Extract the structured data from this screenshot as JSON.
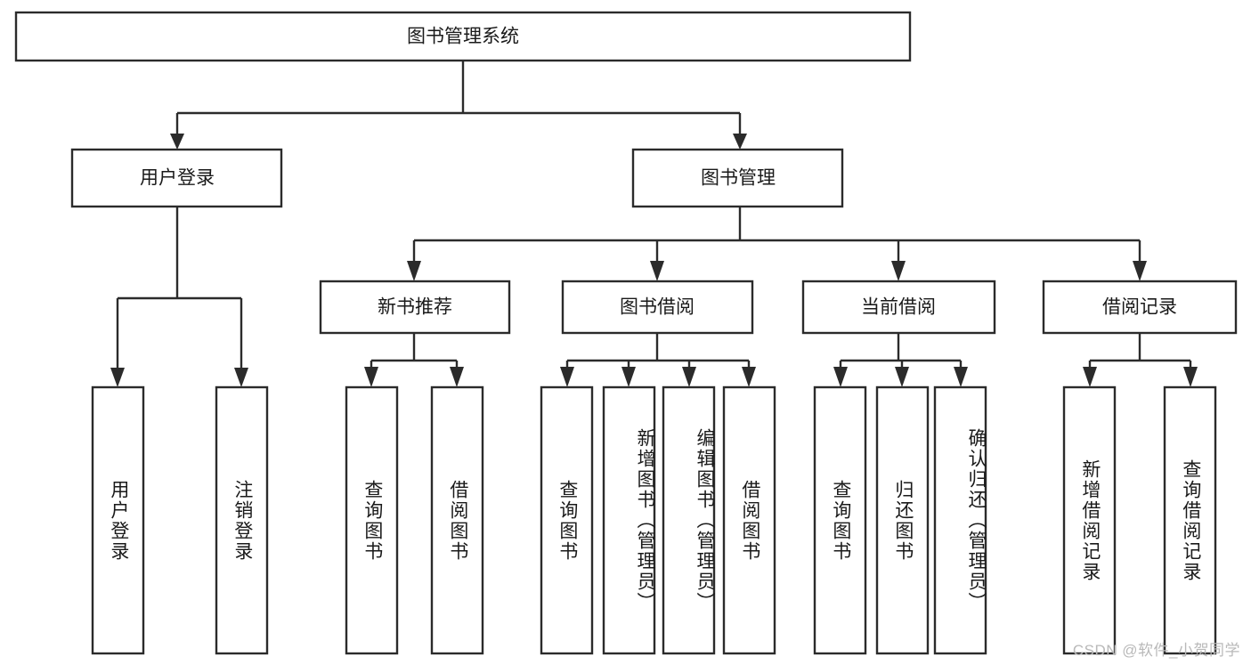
{
  "diagram": {
    "title": "图书管理系统",
    "type": "tree-hierarchy-diagram",
    "colors": {
      "stroke": "#2b2b2b",
      "fill": "#ffffff",
      "text": "#1a1a1a",
      "watermark": "#b9b9b9",
      "background": "#ffffff"
    },
    "root": {
      "label": "图书管理系统",
      "orientation": "horizontal"
    },
    "level2": [
      {
        "label": "用户登录",
        "orientation": "horizontal"
      },
      {
        "label": "图书管理",
        "orientation": "horizontal"
      }
    ],
    "level3": [
      {
        "label": "新书推荐",
        "orientation": "horizontal"
      },
      {
        "label": "图书借阅",
        "orientation": "horizontal"
      },
      {
        "label": "当前借阅",
        "orientation": "horizontal"
      },
      {
        "label": "借阅记录",
        "orientation": "horizontal"
      }
    ],
    "leaves": {
      "user_login": [
        {
          "label": "用户登录",
          "orientation": "vertical"
        },
        {
          "label": "注销登录",
          "orientation": "vertical"
        }
      ],
      "new_book_recommend": [
        {
          "label": "查询图书",
          "orientation": "vertical"
        },
        {
          "label": "借阅图书",
          "orientation": "vertical"
        }
      ],
      "book_borrow": [
        {
          "label": "查询图书",
          "orientation": "vertical"
        },
        {
          "label": "新增图书（管理员）",
          "orientation": "vertical"
        },
        {
          "label": "编辑图书（管理员）",
          "orientation": "vertical"
        },
        {
          "label": "借阅图书",
          "orientation": "vertical"
        }
      ],
      "current_borrow": [
        {
          "label": "查询图书",
          "orientation": "vertical"
        },
        {
          "label": "归还图书",
          "orientation": "vertical"
        },
        {
          "label": "确认归还（管理员）",
          "orientation": "vertical"
        }
      ],
      "borrow_record": [
        {
          "label": "新增借阅记录",
          "orientation": "vertical"
        },
        {
          "label": "查询借阅记录",
          "orientation": "vertical"
        }
      ]
    }
  },
  "watermark": {
    "text": "CSDN @软件_小贺同学"
  }
}
